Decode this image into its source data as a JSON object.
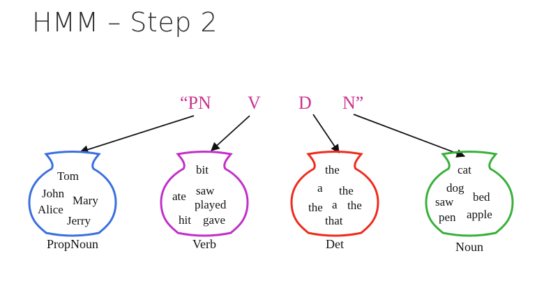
{
  "title": "HMM – Step 2",
  "colors": {
    "tag_text": "#c8338f",
    "arrow": "#111111",
    "jars": [
      "#3a6fe0",
      "#c22fc9",
      "#ee2b1c",
      "#38b038"
    ]
  },
  "tag_sequence": [
    {
      "text": "“PN"
    },
    {
      "text": "V"
    },
    {
      "text": "D"
    },
    {
      "text": "N”"
    }
  ],
  "jars": [
    {
      "label": "PropNoun",
      "words": [
        "Tom",
        "John",
        "Mary",
        "Alice",
        "Jerry"
      ]
    },
    {
      "label": "Verb",
      "words": [
        "bit",
        "ate",
        "saw",
        "played",
        "hit",
        "gave"
      ]
    },
    {
      "label": "Det",
      "words": [
        "the",
        "a",
        "the",
        "the",
        "a",
        "the",
        "that"
      ]
    },
    {
      "label": "Noun",
      "words": [
        "cat",
        "dog",
        "bed",
        "saw",
        "pen",
        "apple"
      ]
    }
  ]
}
